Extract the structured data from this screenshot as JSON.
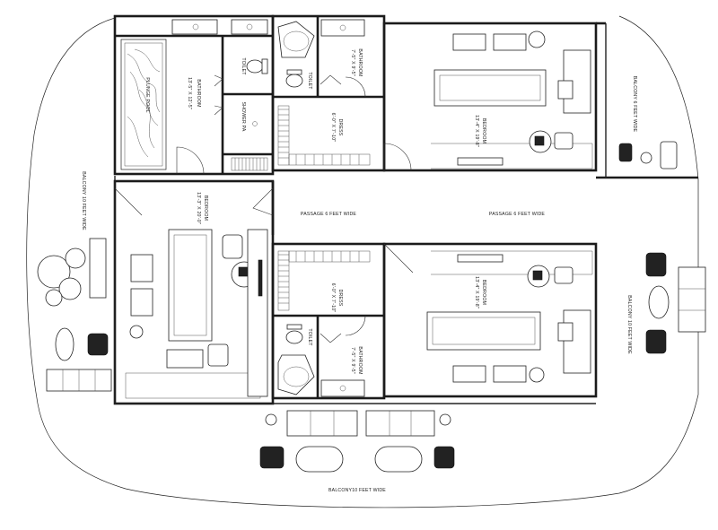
{
  "labels": {
    "bathroom_top_left": "BATHROOM",
    "bathroom_top_left_dim": "13'-5\" X 12'-5\"",
    "plunge_pool": "PLUNGE POOL",
    "toilet_top_left": "TOILET",
    "shower_top_left": "SHOWER PA",
    "toilet_top_center": "TOILET",
    "bathroom_top_center": "BATHROOM",
    "bathroom_top_center_dim": "7'-5\" X 9'-5\"",
    "dress_top": "DRESS",
    "dress_top_dim": "6'-0\" X 7'-10\"",
    "bedroom_top_right": "BEDROOM",
    "bedroom_top_right_dim": "13'-4\" X 19'-8\"",
    "balcony_right_top": "BALCONY 6 FEET WIDE",
    "bedroom_left": "BEDROOM",
    "bedroom_left_dim": "13'-3\" X 20'-0\"",
    "balcony_left": "BALCONY 10 FEET WIDE",
    "passage_left": "PASSAGE 6 FEET WIDE",
    "passage_right": "PASSAGE 6 FEET WIDE",
    "dress_bottom": "DRESS",
    "dress_bottom_dim": "6'-0\" X 7'-10\"",
    "bedroom_bottom_right": "BEDROOM",
    "bedroom_bottom_right_dim": "13'-4\" X 19'-8\"",
    "toilet_bottom_center": "TOILET",
    "bathroom_bottom_center": "BATHROOM",
    "bathroom_bottom_center_dim": "7'-5\" X 9'-5\"",
    "balcony_right_bottom": "BALCONY 10 FEET WIDE",
    "balcony_bottom": "BALCONY10 FEET WIDE"
  },
  "colors": {
    "wall": "#1b1b1b",
    "line": "#222222",
    "background": "#ffffff"
  }
}
